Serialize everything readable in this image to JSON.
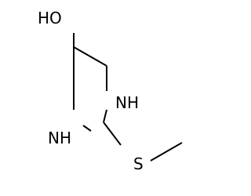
{
  "molecule": {
    "labels": {
      "hydroxyl": "HO",
      "amine_right": "NH",
      "amine_left": "NH",
      "sulfur": "S"
    }
  },
  "colors": {
    "bond": "#000000",
    "text": "#000000",
    "background": "#ffffff"
  }
}
